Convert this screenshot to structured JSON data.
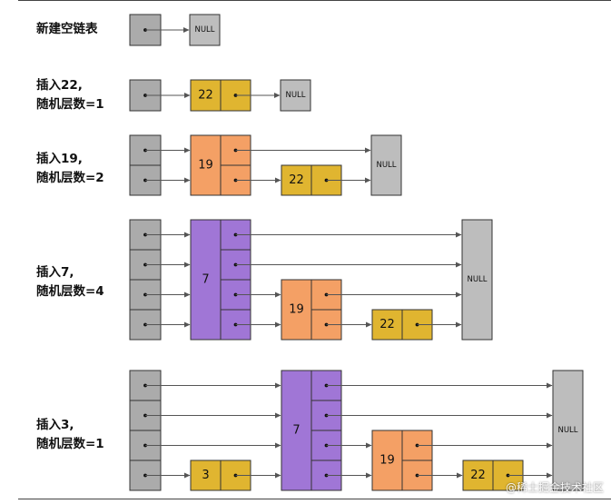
{
  "colors": {
    "header": "#ababab",
    "null_box": "#bdbdbd",
    "node22": "#e0b530",
    "node19": "#f4a065",
    "node7": "#a076d6",
    "node3": "#e0b530",
    "stroke": "#333333",
    "arrow": "#555555"
  },
  "null_label": "NULL",
  "sections": [
    {
      "label_lines": [
        "新建空链表"
      ],
      "levels": 1,
      "nodes": [],
      "null_levels": 1
    },
    {
      "label_lines": [
        "插入22,",
        "随机层数=1"
      ],
      "levels": 1,
      "nodes": [
        {
          "value": "22",
          "levels": 1,
          "color": "node22"
        }
      ],
      "null_levels": 1
    },
    {
      "label_lines": [
        "插入19,",
        "随机层数=2"
      ],
      "levels": 2,
      "nodes": [
        {
          "value": "19",
          "levels": 2,
          "color": "node19"
        },
        {
          "value": "22",
          "levels": 1,
          "color": "node22"
        }
      ],
      "null_levels": 2
    },
    {
      "label_lines": [
        "插入7,",
        "随机层数=4"
      ],
      "levels": 4,
      "nodes": [
        {
          "value": "7",
          "levels": 4,
          "color": "node7"
        },
        {
          "value": "19",
          "levels": 2,
          "color": "node19"
        },
        {
          "value": "22",
          "levels": 1,
          "color": "node22"
        }
      ],
      "null_levels": 4
    },
    {
      "label_lines": [
        "插入3,",
        "随机层数=1"
      ],
      "levels": 4,
      "nodes": [
        {
          "value": "3",
          "levels": 1,
          "color": "node3"
        },
        {
          "value": "7",
          "levels": 4,
          "color": "node7"
        },
        {
          "value": "19",
          "levels": 2,
          "color": "node19"
        },
        {
          "value": "22",
          "levels": 1,
          "color": "node22"
        }
      ],
      "null_levels": 4
    }
  ],
  "watermark": "@稀土掘金技术社区"
}
